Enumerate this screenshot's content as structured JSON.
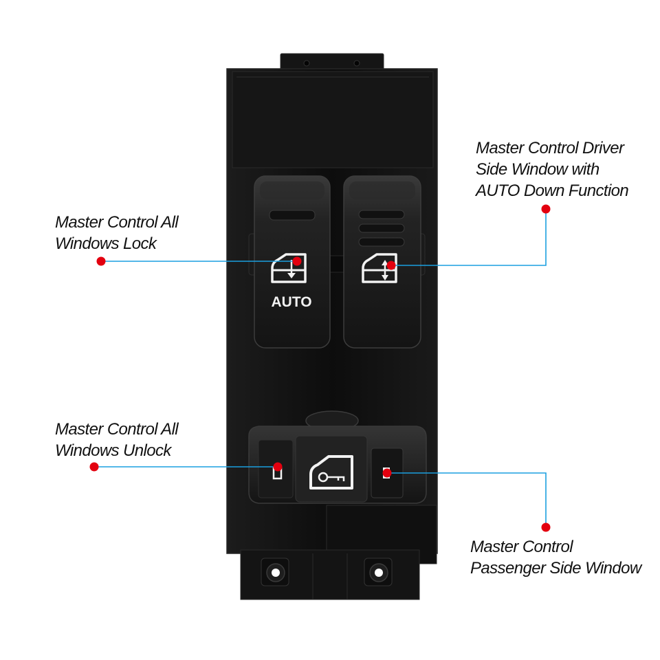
{
  "callouts": {
    "all_windows_lock": {
      "lines": [
        "Master Control All",
        "Windows Lock"
      ]
    },
    "driver_side_window": {
      "lines": [
        "Master Control Driver",
        "Side Window with",
        "AUTO Down Function"
      ]
    },
    "all_windows_unlock": {
      "lines": [
        "Master Control All",
        "Windows Unlock"
      ]
    },
    "passenger_side_window": {
      "lines": [
        "Master Control",
        "Passenger Side Window"
      ]
    }
  },
  "switch": {
    "auto_label": "AUTO"
  },
  "colors": {
    "leader_line": "#1a9fe0",
    "leader_dot": "#e3000f",
    "panel_body": "#121212",
    "panel_edge": "#2a2a2a",
    "icon": "#f2f2f2"
  }
}
